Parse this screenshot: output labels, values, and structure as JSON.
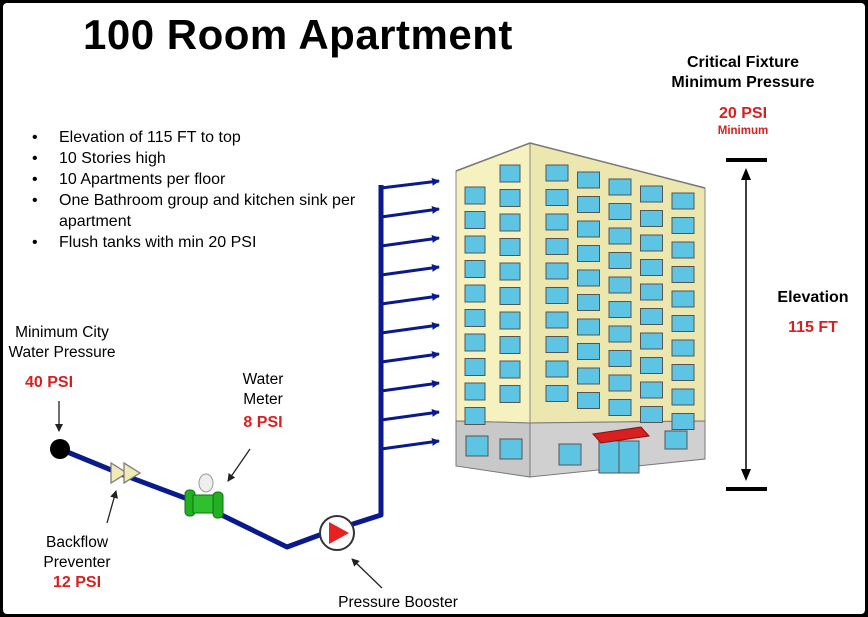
{
  "title": "100 Room Apartment",
  "bullets": [
    "Elevation of 115 FT to top",
    "10 Stories high",
    "10 Apartments per floor",
    "One Bathroom group and kitchen sink per apartment",
    "Flush tanks with min 20 PSI"
  ],
  "city_pressure": {
    "label_line1": "Minimum City",
    "label_line2": "Water Pressure",
    "value": "40 PSI"
  },
  "water_meter": {
    "label_line1": "Water",
    "label_line2": "Meter",
    "value": "8 PSI"
  },
  "backflow": {
    "label_line1": "Backflow",
    "label_line2": "Preventer",
    "value": "12 PSI"
  },
  "booster": {
    "label": "Pressure Booster"
  },
  "critical_fixture": {
    "label_line1": "Critical Fixture",
    "label_line2": "Minimum Pressure",
    "value": "20 PSI",
    "sub": "Minimum"
  },
  "elevation": {
    "label": "Elevation",
    "value": "115 FT"
  },
  "colors": {
    "pipe": "#0a1a8c",
    "accent_red": "#d82020",
    "meter_green": "#22b022",
    "building_face": "#f6f2c0",
    "building_side": "#e4dfa4",
    "window": "#5ec4e4",
    "base": "#c8c8c8",
    "awning": "#d82020"
  }
}
